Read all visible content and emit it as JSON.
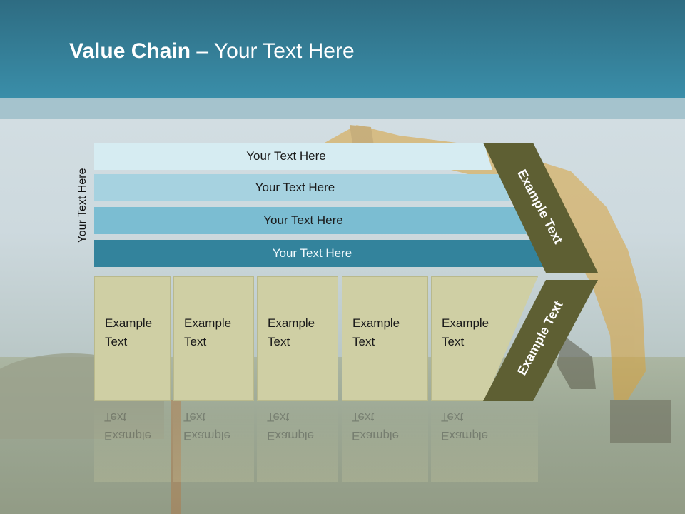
{
  "slide": {
    "title_bold": "Value Chain",
    "title_rest": " – Your Text Here",
    "side_label": "Your Text Here"
  },
  "rows": [
    {
      "label": "Your Text Here",
      "color": "#d6ecf2"
    },
    {
      "label": "Your Text Here",
      "color": "#a6d2e0"
    },
    {
      "label": "Your Text Here",
      "color": "#7bbdd2"
    },
    {
      "label": "Your Text Here",
      "color": "#33839c"
    }
  ],
  "boxes": [
    {
      "line1": "Example",
      "line2": "Text"
    },
    {
      "line1": "Example",
      "line2": "Text"
    },
    {
      "line1": "Example",
      "line2": "Text"
    },
    {
      "line1": "Example",
      "line2": "Text"
    },
    {
      "line1": "Example",
      "line2": "Text"
    }
  ],
  "arrow": {
    "upper_label": "Example Text",
    "lower_label": "Example Text",
    "color": "#5e5f33"
  },
  "colors": {
    "header": "#3a8ea9",
    "box_fill": "#cfcfa4"
  }
}
